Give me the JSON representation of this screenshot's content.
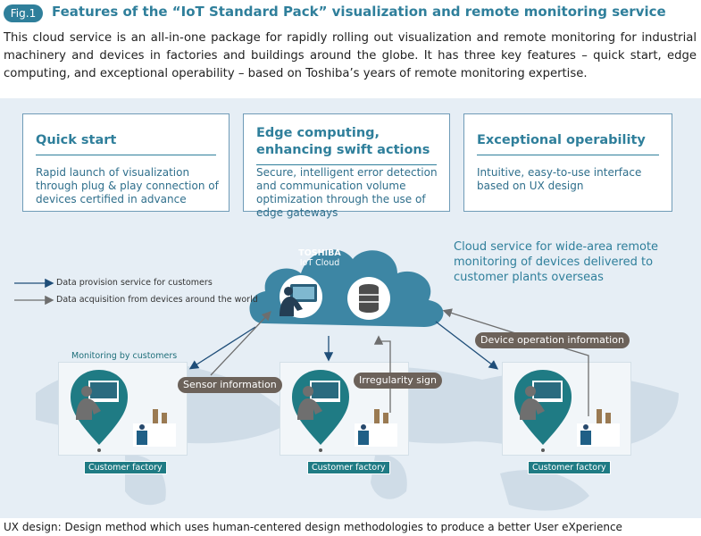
{
  "header": {
    "badge": "Fig.1",
    "title": "Features of the “IoT Standard Pack” visualization and remote monitoring service",
    "intro": "This cloud service is an all-in-one package for rapidly rolling out visualization and remote monitoring for industrial machinery and devices in factories and buildings around the globe. It has three key features – quick start, edge computing, and exceptional operability – based on Toshiba’s years of remote monitoring expertise."
  },
  "features": [
    {
      "title": "Quick start",
      "desc": "Rapid launch of visualization through plug & play connection of devices certified in advance"
    },
    {
      "title": "Edge computing, enhancing swift actions",
      "desc": "Secure, intelligent error detection and communication volume optimization through the use of edge gateways"
    },
    {
      "title": "Exceptional operability",
      "desc": "Intuitive, easy-to-use interface based on UX design"
    }
  ],
  "cloud": {
    "line1": "TOSHIBA",
    "line2": "IoT Cloud",
    "icon": "monitor-person-icon",
    "db_icon": "database-icon"
  },
  "cloud_caption": "Cloud service for wide-area remote monitoring of devices delivered to customer plants overseas",
  "legend": {
    "blue": "Data provision service for customers",
    "gray": "Data acquisition from devices around the world"
  },
  "labels": {
    "monitoring": "Monitoring by customers",
    "sensor": "Sensor information",
    "irregularity": "Irregularity sign",
    "device_operation": "Device operation information",
    "factory": "Customer factory"
  },
  "footnote": "UX design: Design method which uses human-centered design methodologies to produce a better User eXperience",
  "colors": {
    "accent": "#2f7f9b",
    "cloud": "#3d86a4",
    "arrow_blue": "#1f4e79",
    "arrow_gray": "#6e6e6e",
    "panel": "#e6eef5",
    "tag_dark": "#6c625a",
    "tag_factory": "#1f7b84"
  }
}
